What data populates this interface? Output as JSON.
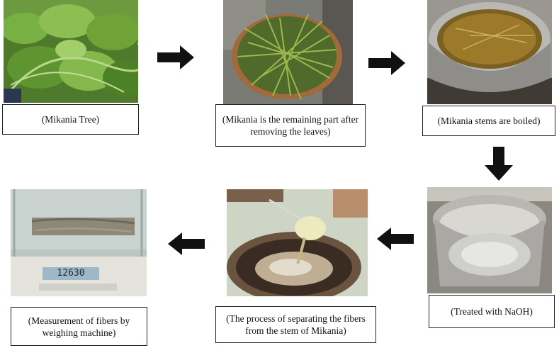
{
  "steps": [
    {
      "id": "mikania-tree",
      "caption": "(Mikania Tree)"
    },
    {
      "id": "remaining-part",
      "caption": "(Mikania is the remaining part after removing the leaves)"
    },
    {
      "id": "boiled",
      "caption": "(Mikania stems are boiled)"
    },
    {
      "id": "naoh",
      "caption": "(Treated with NaOH)"
    },
    {
      "id": "separating",
      "caption": "(The process of separating the fibers from the stem of Mikania)"
    },
    {
      "id": "measurement",
      "caption": "(Measurement of fibers by weighing machine)"
    }
  ],
  "scale_display": "12630",
  "colors": {
    "arrow": "#111111",
    "caption_border": "#222222"
  }
}
